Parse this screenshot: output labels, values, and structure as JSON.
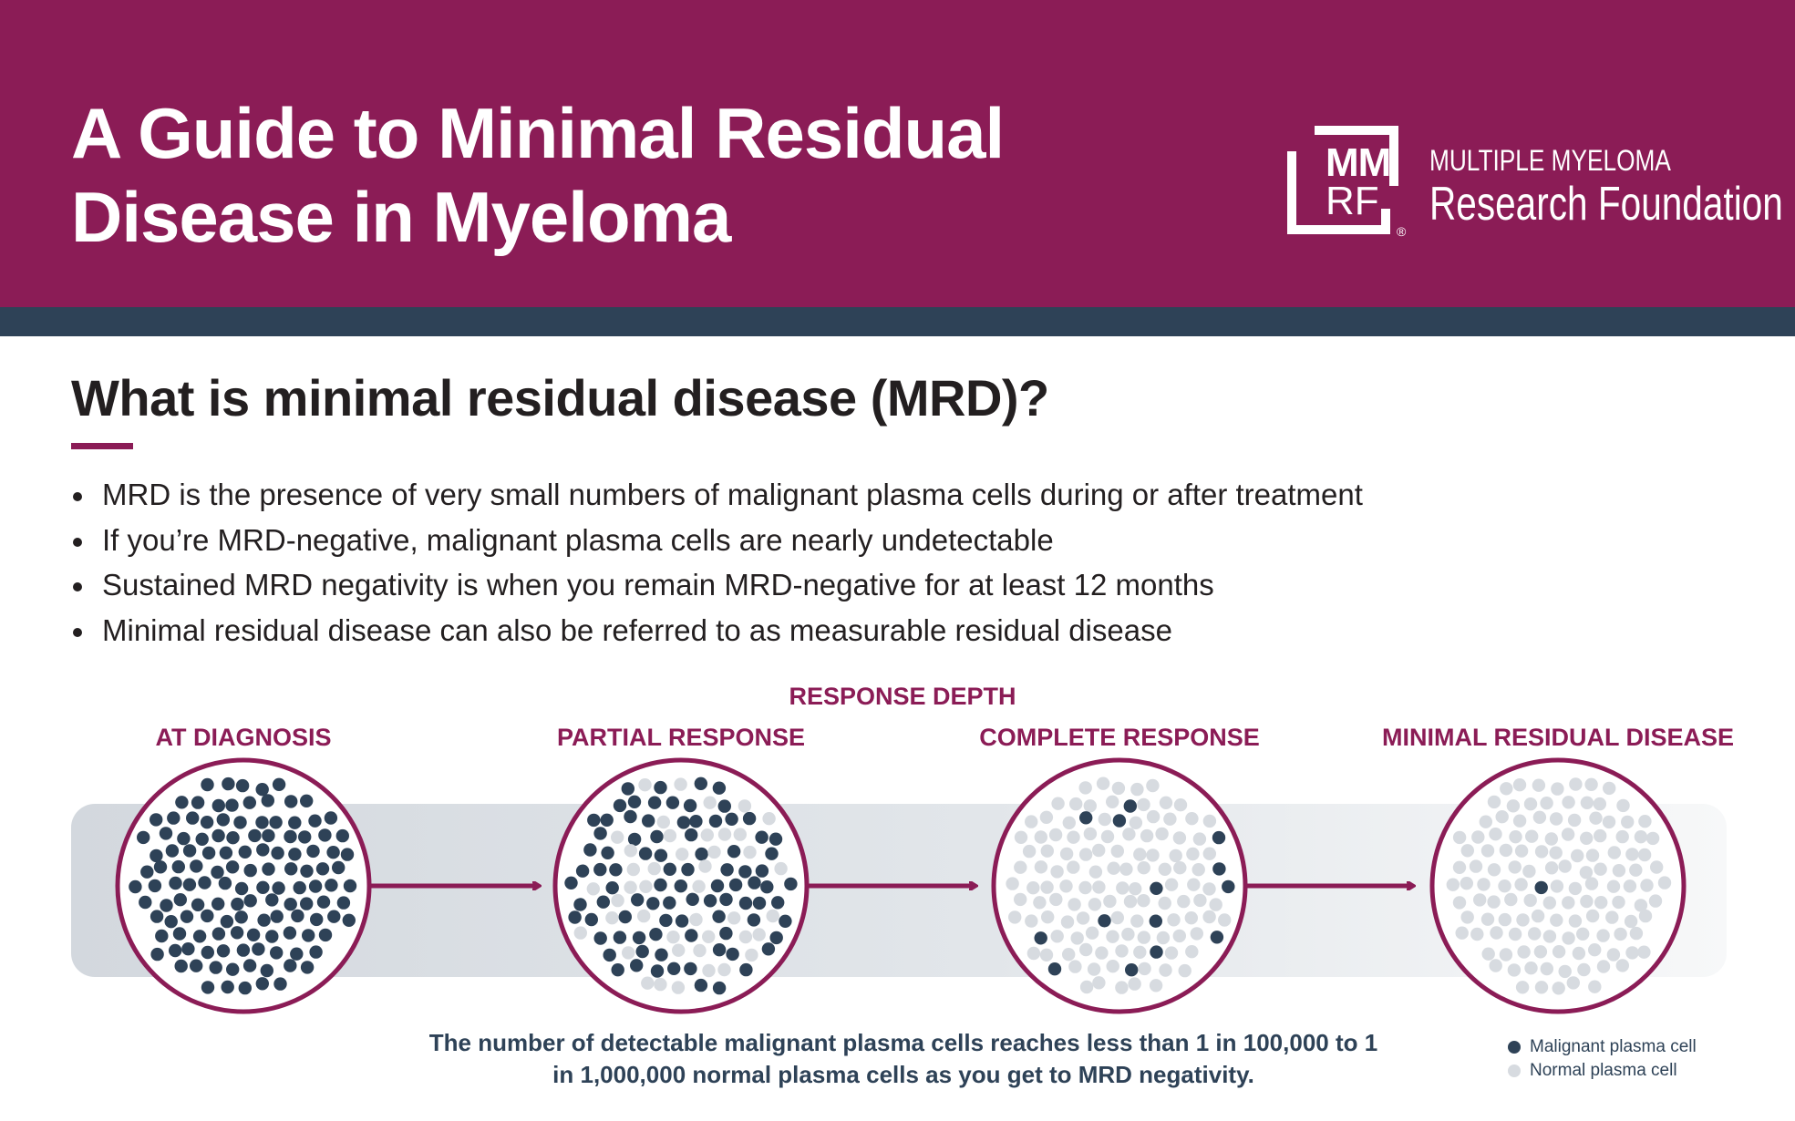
{
  "header": {
    "title_line1": "A Guide to Minimal Residual",
    "title_line2": "Disease in Myeloma",
    "logo": {
      "mark_line1": "MM",
      "mark_line2": "RF",
      "registered": "®",
      "org_line1": "MULTIPLE MYELOMA",
      "org_line2": "Research Foundation"
    }
  },
  "section": {
    "title": "What is minimal residual disease (MRD)?",
    "bullets": [
      "MRD is the presence of very small numbers of malignant plasma cells during or after treatment",
      "If you’re MRD-negative, malignant plasma cells are nearly undetectable",
      "Sustained MRD negativity is when you remain MRD-negative for at least 12 months",
      "Minimal residual disease can also be referred to as measurable residual disease"
    ]
  },
  "diagram": {
    "axis_label": "RESPONSE DEPTH",
    "stages": [
      {
        "label": "AT DIAGNOSIS",
        "malignant_fraction": 1.0
      },
      {
        "label": "PARTIAL RESPONSE",
        "malignant_fraction": 0.7
      },
      {
        "label": "COMPLETE RESPONSE",
        "malignant_fraction": 0.15
      },
      {
        "label": "MINIMAL RESIDUAL DISEASE",
        "malignant_fraction": 0.0
      }
    ],
    "caption_line1": "The number of detectable malignant plasma cells reaches less than 1 in 100,000 to 1",
    "caption_line2": "in 1,000,000 normal plasma cells as you get to MRD negativity.",
    "legend": [
      {
        "label": "Malignant plasma cell",
        "color": "#2e4257"
      },
      {
        "label": "Normal plasma cell",
        "color": "#d7dbe0"
      }
    ]
  },
  "colors": {
    "brand": "#8b1c56",
    "navy": "#2e4257",
    "normal_cell": "#d7dbe0"
  }
}
